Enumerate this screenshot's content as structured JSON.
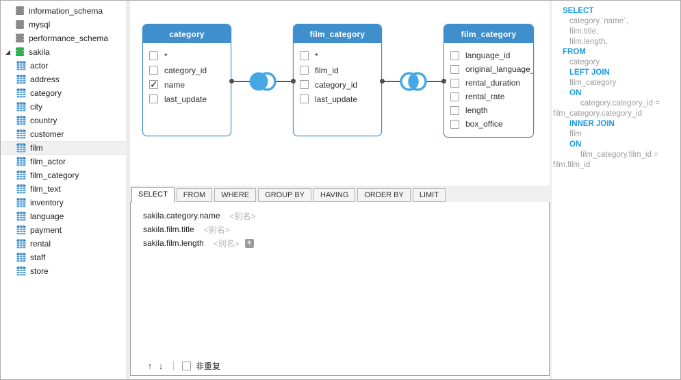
{
  "colors": {
    "accent-blue": "#3f8fcc",
    "join-blue": "#45a8e5",
    "keyword-blue": "#169be2",
    "sql-gray": "#9c9c9c",
    "line-gray": "#5a5a5a",
    "db-gray": "#8f8f8f",
    "db-green": "#2eb44b",
    "table-icon-blue": "#4a9bd5"
  },
  "sidebar": {
    "items": [
      {
        "label": "information_schema",
        "icon": "database",
        "level": 1,
        "expanded": false,
        "selected": false
      },
      {
        "label": "mysql",
        "icon": "database",
        "level": 1,
        "expanded": false,
        "selected": false
      },
      {
        "label": "performance_schema",
        "icon": "database",
        "level": 1,
        "expanded": false,
        "selected": false
      },
      {
        "label": "sakila",
        "icon": "database-green",
        "level": 1,
        "expanded": true,
        "selected": false
      },
      {
        "label": "actor",
        "icon": "table",
        "level": 2,
        "selected": false
      },
      {
        "label": "address",
        "icon": "table",
        "level": 2,
        "selected": false
      },
      {
        "label": "category",
        "icon": "table",
        "level": 2,
        "selected": false
      },
      {
        "label": "city",
        "icon": "table",
        "level": 2,
        "selected": false
      },
      {
        "label": "country",
        "icon": "table",
        "level": 2,
        "selected": false
      },
      {
        "label": "customer",
        "icon": "table",
        "level": 2,
        "selected": false
      },
      {
        "label": "film",
        "icon": "table",
        "level": 2,
        "selected": true
      },
      {
        "label": "film_actor",
        "icon": "table",
        "level": 2,
        "selected": false
      },
      {
        "label": "film_category",
        "icon": "table",
        "level": 2,
        "selected": false
      },
      {
        "label": "film_text",
        "icon": "table",
        "level": 2,
        "selected": false
      },
      {
        "label": "inventory",
        "icon": "table",
        "level": 2,
        "selected": false
      },
      {
        "label": "language",
        "icon": "table",
        "level": 2,
        "selected": false
      },
      {
        "label": "payment",
        "icon": "table",
        "level": 2,
        "selected": false
      },
      {
        "label": "rental",
        "icon": "table",
        "level": 2,
        "selected": false
      },
      {
        "label": "staff",
        "icon": "table",
        "level": 2,
        "selected": false
      },
      {
        "label": "store",
        "icon": "table",
        "level": 2,
        "selected": false
      }
    ]
  },
  "diagram": {
    "tables": [
      {
        "title": "category",
        "columns": [
          {
            "name": "*",
            "checked": false
          },
          {
            "name": "category_id",
            "checked": false
          },
          {
            "name": "name",
            "checked": true
          },
          {
            "name": "last_update",
            "checked": false
          }
        ]
      },
      {
        "title": "film_category",
        "columns": [
          {
            "name": "*",
            "checked": false
          },
          {
            "name": "film_id",
            "checked": false
          },
          {
            "name": "category_id",
            "checked": false
          },
          {
            "name": "last_update",
            "checked": false
          }
        ]
      },
      {
        "title": "film_category",
        "columns": [
          {
            "name": "language_id",
            "checked": false
          },
          {
            "name": "original_language_id",
            "checked": false
          },
          {
            "name": "rental_duration",
            "checked": false
          },
          {
            "name": "rental_rate",
            "checked": false
          },
          {
            "name": "length",
            "checked": false
          },
          {
            "name": "box_office",
            "checked": false
          }
        ]
      }
    ],
    "joins": [
      {
        "type": "left-join"
      },
      {
        "type": "inner-join"
      }
    ]
  },
  "builder": {
    "tabs": [
      "SELECT",
      "FROM",
      "WHERE",
      "GROUP BY",
      "HAVING",
      "ORDER BY",
      "LIMIT"
    ],
    "active_tab": "SELECT",
    "select_fields": [
      {
        "expression": "sakila.category.name",
        "alias": "<别名>",
        "add_button": false
      },
      {
        "expression": "sakila.film.title",
        "alias": "<别名>",
        "add_button": false
      },
      {
        "expression": "sakila.film.length",
        "alias": "<别名>",
        "add_button": true
      }
    ],
    "footer": {
      "move_up_icon": "↑",
      "move_down_icon": "↓",
      "distinct_label": "非重复",
      "distinct_checked": false
    }
  },
  "sql_preview": {
    "lines": [
      {
        "text": "SELECT",
        "kind": "kw",
        "indent": 1
      },
      {
        "text": "category.`name`,",
        "kind": "txt",
        "indent": 2
      },
      {
        "text": "film.title,",
        "kind": "txt",
        "indent": 2
      },
      {
        "text": "film.length,",
        "kind": "txt",
        "indent": 2
      },
      {
        "text": "FROM",
        "kind": "kw",
        "indent": 1
      },
      {
        "text": "category",
        "kind": "txt",
        "indent": 2
      },
      {
        "text": "LEFT JOIN",
        "kind": "kw",
        "indent": 2
      },
      {
        "text": "film_category",
        "kind": "txt",
        "indent": 2
      },
      {
        "text": "ON",
        "kind": "kw",
        "indent": 2
      },
      {
        "text": "category.category_id =",
        "kind": "txt",
        "indent": 3
      },
      {
        "text": "film_category.category_id",
        "kind": "txt",
        "indent": 0
      },
      {
        "text": "INNER JOIN",
        "kind": "kw",
        "indent": 2
      },
      {
        "text": "film",
        "kind": "txt",
        "indent": 2
      },
      {
        "text": "ON",
        "kind": "kw",
        "indent": 2
      },
      {
        "text": "film_category.film_id =",
        "kind": "txt",
        "indent": 3
      },
      {
        "text": "film.film_id",
        "kind": "txt",
        "indent": 0
      }
    ]
  }
}
